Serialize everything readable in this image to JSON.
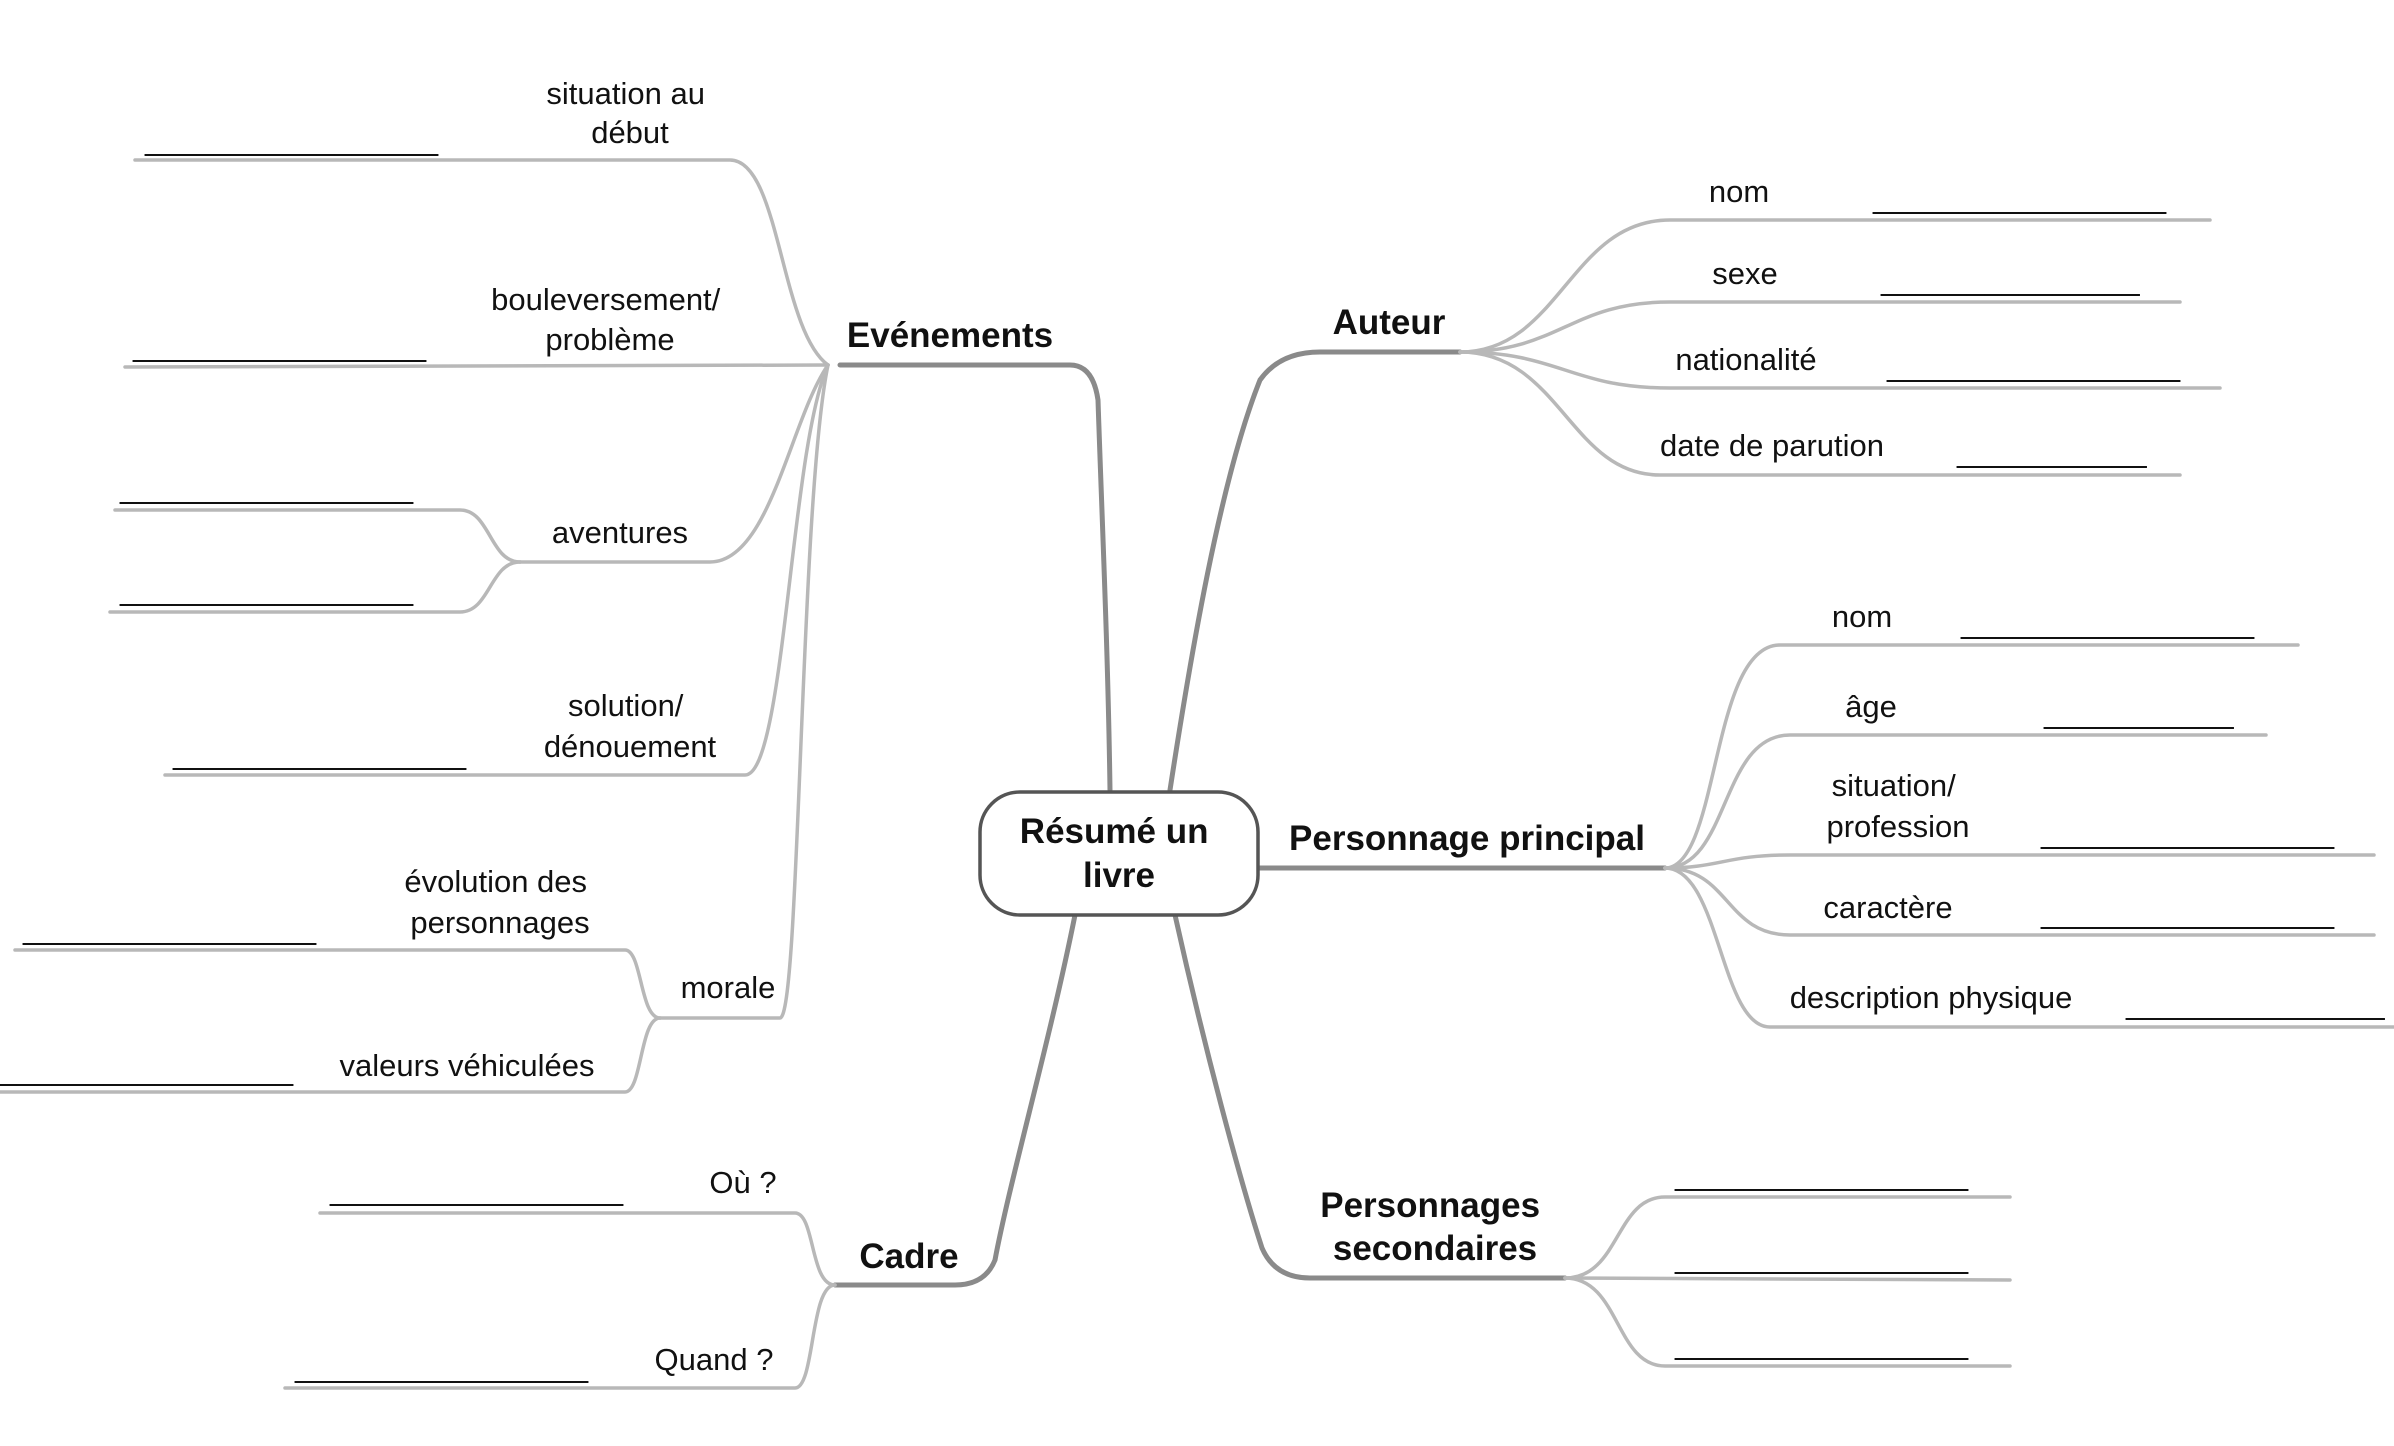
{
  "diagram": {
    "central": {
      "lines": [
        "Résumé un",
        "livre"
      ]
    },
    "branches": {
      "evenements": {
        "label": "Evénements",
        "children": {
          "situation": {
            "lines": [
              "situation au",
              "début"
            ],
            "blank": "_________________"
          },
          "bouleversement": {
            "lines": [
              "bouleversement/",
              "problème"
            ],
            "blank": "_________________"
          },
          "aventures": {
            "lines": [
              "aventures"
            ],
            "blanks": [
              "_________________",
              "_________________"
            ]
          },
          "solution": {
            "lines": [
              "solution/",
              "dénouement"
            ],
            "blank": "_________________"
          },
          "morale": {
            "lines": [
              "morale"
            ],
            "children": {
              "evolution": {
                "lines": [
                  "évolution des",
                  "personnages"
                ],
                "blank": "_________________"
              },
              "valeurs": {
                "lines": [
                  "valeurs véhiculées"
                ],
                "blank": "_________________"
              }
            }
          }
        }
      },
      "cadre": {
        "label": "Cadre",
        "children": {
          "ou": {
            "lines": [
              "Où ?"
            ],
            "blank": "_________________"
          },
          "quand": {
            "lines": [
              "Quand ?"
            ],
            "blank": "_________________"
          }
        }
      },
      "auteur": {
        "label": "Auteur",
        "children": {
          "nom": {
            "lines": [
              "nom"
            ],
            "blank": "_________________"
          },
          "sexe": {
            "lines": [
              "sexe"
            ],
            "blank": "_______________"
          },
          "nationalite": {
            "lines": [
              "nationalité"
            ],
            "blank": "_________________"
          },
          "parution": {
            "lines": [
              "date de parution"
            ],
            "blank": "___________"
          }
        }
      },
      "principal": {
        "label": "Personnage principal",
        "children": {
          "nom": {
            "lines": [
              "nom"
            ],
            "blank": "_________________"
          },
          "age": {
            "lines": [
              "âge"
            ],
            "blank": "___________"
          },
          "situation": {
            "lines": [
              "situation/",
              "profession"
            ],
            "blank": "_________________"
          },
          "caractere": {
            "lines": [
              "caractère"
            ],
            "blank": "_________________"
          },
          "description": {
            "lines": [
              "description physique"
            ],
            "blank": "_______________"
          }
        }
      },
      "secondaires": {
        "label_lines": [
          "Personnages",
          "secondaires"
        ],
        "blanks": [
          "_________________",
          "_________________",
          "_________________"
        ]
      }
    },
    "colors": {
      "main_branch": "#8a8a8a",
      "sub_branch": "#b8b8b8",
      "node_border": "#555555",
      "text": "#111111"
    }
  }
}
